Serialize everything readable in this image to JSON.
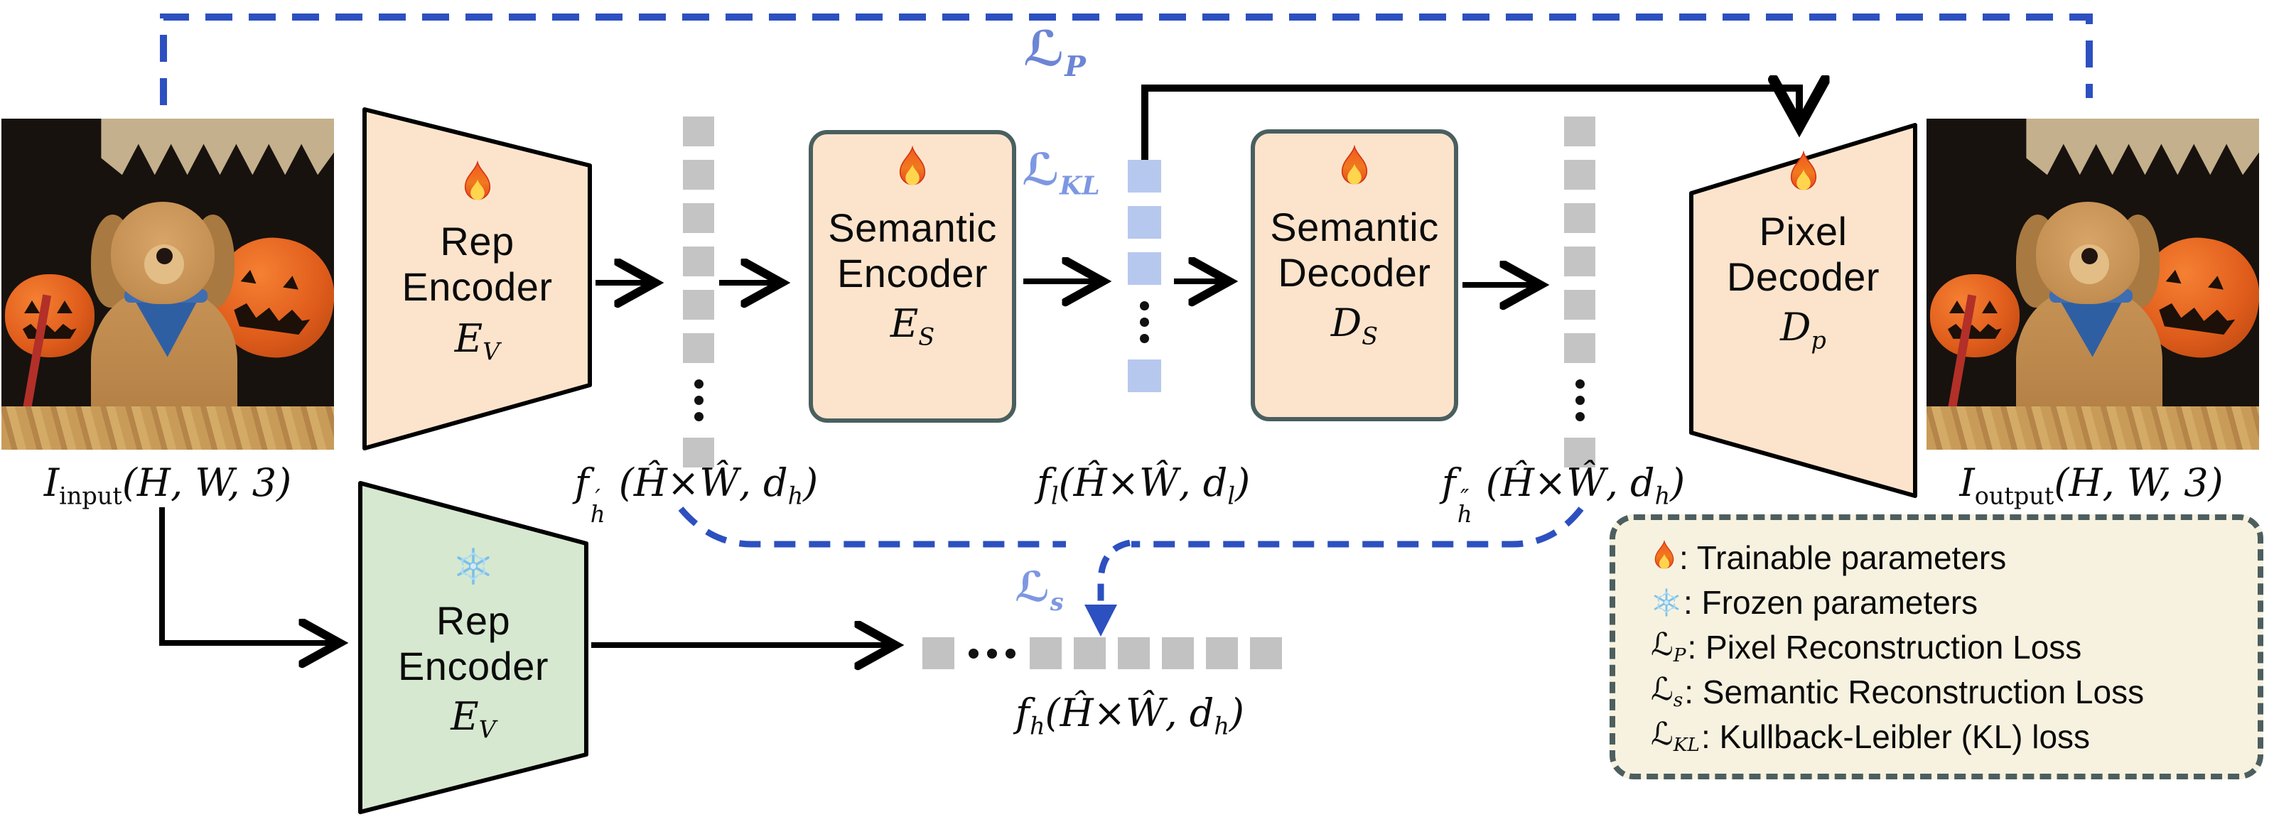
{
  "colors": {
    "peach": "#fce4cc",
    "green": "#d6e8d0",
    "tokenGray": "#c4c4c4",
    "tokenBlue": "#b7c8ef",
    "dashBlue": "#2d50c0",
    "lossLight": "#7d97e2",
    "legendBg": "#f7f2e0"
  },
  "blocks": {
    "rep_encoder_top": {
      "line1": "Rep",
      "line2": "Encoder",
      "symbol": "E",
      "symbol_sub": "V"
    },
    "rep_encoder_bottom": {
      "line1": "Rep",
      "line2": "Encoder",
      "symbol": "E",
      "symbol_sub": "V"
    },
    "semantic_encoder": {
      "line1": "Semantic",
      "line2": "Encoder",
      "symbol": "E",
      "symbol_sub": "S"
    },
    "semantic_decoder": {
      "line1": "Semantic",
      "line2": "Decoder",
      "symbol": "D",
      "symbol_sub": "S"
    },
    "pixel_decoder": {
      "line1": "Pixel",
      "line2": "Decoder",
      "symbol": "D",
      "symbol_sub": "p"
    }
  },
  "labels": {
    "input": {
      "base": "I",
      "sub": "input",
      "rest": "(H, W, 3)"
    },
    "output": {
      "base": "I",
      "sub": "output",
      "rest": "(H, W, 3)"
    },
    "f_h_prime": {
      "base": "f",
      "prime": "′",
      "sub": "h",
      "open": " (Ĥ×Ŵ, d",
      "rsub": "h",
      "close": ")"
    },
    "f_l": {
      "base": "f",
      "sub": "l",
      "open": "(Ĥ×Ŵ, d",
      "rsub": "l",
      "close": ")"
    },
    "f_h_dprime": {
      "base": "f",
      "prime": "″",
      "sub": "h",
      "open": " (Ĥ×Ŵ, d",
      "rsub": "h",
      "close": ")"
    },
    "f_h": {
      "base": "f",
      "sub": "h",
      "open": "(Ĥ×Ŵ, d",
      "rsub": "h",
      "close": ")"
    }
  },
  "losses": {
    "lp": {
      "sym": "ℒ",
      "sub": "P"
    },
    "ls": {
      "sym": "ℒ",
      "sub": "s"
    },
    "lkl": {
      "sym": "ℒ",
      "sub": "KL"
    }
  },
  "legend": {
    "items": [
      {
        "icon": "flame-icon",
        "text": ": Trainable parameters"
      },
      {
        "icon": "snowflake-icon",
        "text": ": Frozen parameters"
      },
      {
        "loss": "ℒ",
        "loss_sub": "P",
        "text": ": Pixel Reconstruction Loss"
      },
      {
        "loss": "ℒ",
        "loss_sub": "s",
        "text": ": Semantic Reconstruction Loss"
      },
      {
        "loss": "ℒ",
        "loss_sub": "KL",
        "text": ": Kullback-Leibler (KL) loss"
      }
    ]
  }
}
